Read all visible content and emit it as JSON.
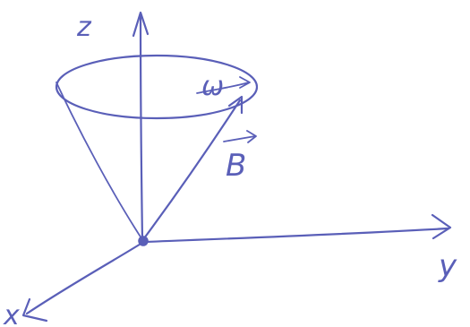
{
  "diagram": {
    "axes": {
      "z_label": "z",
      "y_label": "y",
      "x_label": "x"
    },
    "vectors": {
      "omega_label": "ω",
      "field_label": "B"
    },
    "ink_color": "#5a5fb8"
  }
}
